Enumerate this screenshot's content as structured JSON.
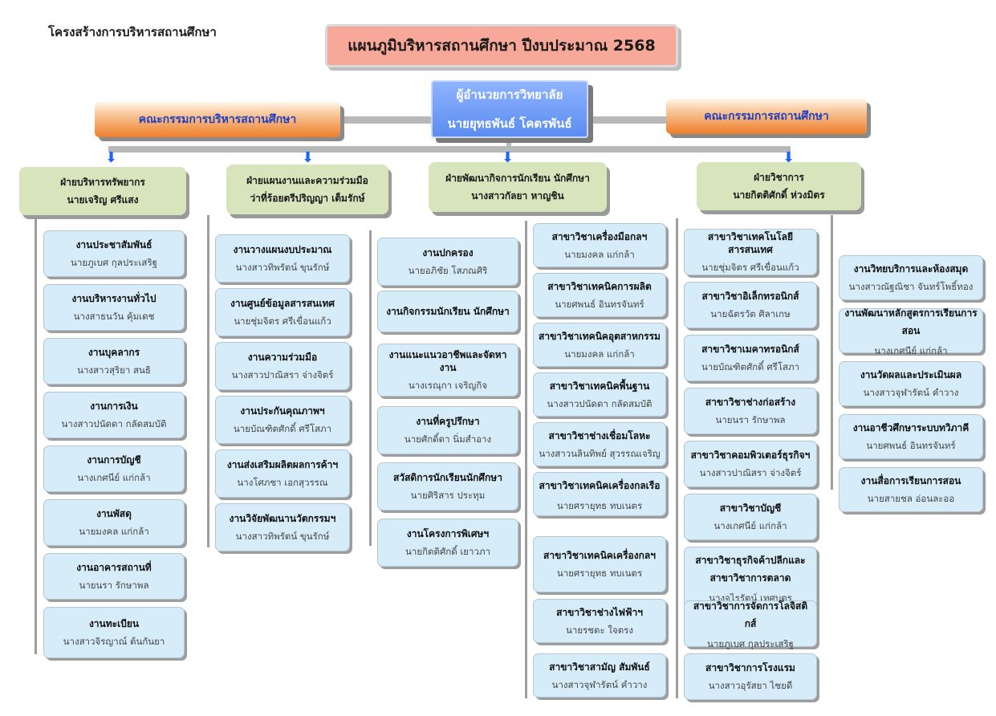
{
  "page_label": "โครงสร้างการบริหารสถานศึกษา",
  "title": "แผนภูมิบริหารสถานศึกษา  ปีงบประมาณ 2568",
  "director": {
    "role": "ผู้อำนวยการวิทยาลัย",
    "name": "นายยุทธพันธ์  โคตรพันธ์"
  },
  "committees": {
    "left": "คณะกรรมการบริหารสถานศึกษา",
    "right": "คณะกรรมการสถานศึกษา"
  },
  "divisions": [
    {
      "title": "ฝ่ายบริหารทรัพยากร",
      "head": "นายเจริญ  ศรีแสง"
    },
    {
      "title": "ฝ่ายแผนงานและความร่วมมือ",
      "head": "ว่าที่ร้อยตรีปริญญา  เต็มรักษ์"
    },
    {
      "title": "ฝ่ายพัฒนากิจการนักเรียน นักศึกษา",
      "head": "นางสาวกัลยา  หาญชิน"
    },
    {
      "title": "ฝ่ายวิชาการ",
      "head": "นายกิตติศักดิ์  ห่วงมิตร"
    }
  ],
  "col1": [
    {
      "t": "งานประชาสัมพันธ์",
      "n": "นายภูเบศ  กุลประเสริฐ"
    },
    {
      "t": "งานบริหารงานทั่วไป",
      "n": "นางสาธนวัน  คุ้มเดช"
    },
    {
      "t": "งานบุคลากร",
      "n": "นางสาวสุริยา  สนธิ"
    },
    {
      "t": "งานการเงิน",
      "n": "นางสาวปนัดดา  กลัดสมบัติ"
    },
    {
      "t": "งานการบัญชี",
      "n": "นางเกศนีย์  แก่กล้า"
    },
    {
      "t": "งานพัสดุ",
      "n": "นายมงคล  แก่กล้า"
    },
    {
      "t": "งานอาคารสถานที่",
      "n": "นายนรา  รักษาพล"
    },
    {
      "t": "งานทะเบียน",
      "n": "นางสาวจิรญาณ์  ต้นกันยา"
    }
  ],
  "col2": [
    {
      "t": "งานวางแผนงบประมาณ",
      "n": "นางสาวทิพรัตน์ ขุนรักษ์"
    },
    {
      "t": "งานศูนย์ข้อมูลสารสนเทศ",
      "n": "นายชุ่มจิตร ศรีเขื่อนแก้ว"
    },
    {
      "t": "งานความร่วมมือ",
      "n": "นางสาวปาณิสรา  จ่างจิตร์"
    },
    {
      "t": "งานประกันคุณภาพฯ",
      "n": "นายบัณฑิตศักดิ์  ศรีโสภา"
    },
    {
      "t": "งานส่งเสริมผลิตผลการค้าฯ",
      "n": "นางโศภชา  เอกสุวรรณ"
    },
    {
      "t": "งานวิจัยพัฒนานวัตกรรมฯ",
      "n": "นางสาวทิพรัตน์  ขุนรักษ์"
    }
  ],
  "col3": [
    {
      "t": "งานปกครอง",
      "n": "นายอภิชัย โสภณศิริ"
    },
    {
      "t": "งานกิจกรรมนักเรียน นักศึกษา",
      "n": ""
    },
    {
      "t": "งานแนะแนวอาชีพและจัดหางาน",
      "n": "นางเรณุกา  เจริญกิจ"
    },
    {
      "t": "งานที่ครูปรึกษา",
      "n": "นายศักดิ์ดา  นิ่มสำอาง"
    },
    {
      "t": "สวัสดิการนักเรียนนักศึกษา",
      "n": "นายศิริสาร  ประทุม"
    },
    {
      "t": "งานโครงการพิเศษฯ",
      "n": "นายกิตติศักดิ์  เยาวภา"
    }
  ],
  "col4": [
    {
      "t": "สาขาวิชาเครื่องมือกลฯ",
      "n": "นายมงคล  แก่กล้า"
    },
    {
      "t": "สาขาวิชาเทคนิคการผลิต",
      "n": "นายศพนธ์  อินทรจันทร์"
    },
    {
      "t": "สาขาวิชาเทคนิคอุตสาหกรรม",
      "n": "นายมงคล  แก่กล้า"
    },
    {
      "t": "สาขาวิชาเทคนิคพื้นฐาน",
      "n": "นางสาวปนัดดา  กลัดสมบัติ"
    },
    {
      "t": "สาขาวิชาช่างเชื่อมโลหะ",
      "n": "นางสาวนลินทิพย์ สุวรรณเจริญ"
    },
    {
      "t": "สาขาวิชาเทคนิคเครื่องกลเรือ",
      "n": "นายศรายุทธ  ทบเนตร"
    },
    {
      "t": "สาขาวิชาเทคนิคเครื่องกลฯ",
      "n": "นายศรายุทธ  ทบเนตร"
    },
    {
      "t": "สาขาวิชาช่างไฟฟ้าฯ",
      "n": "นายรชตะ  ใจตรง"
    },
    {
      "t": "สาขาวิชาสามัญ สัมพันธ์",
      "n": "นางสาวจุฬารัตน์  คำวาง"
    }
  ],
  "col5": [
    {
      "t": "สาขาวิชาเทคโนโลยีสารสนเทศ",
      "n": "นายชุ่มจิตร  ศรีเขื่อนแก้ว"
    },
    {
      "t": "สาขาวิชาอิเล็กทรอนิกส์",
      "n": "นายฉัตรวัต  ศิลาเกษ"
    },
    {
      "t": "สาขาวิชาเมคาทรอนิกส์",
      "n": "นายบัณฑิตศักดิ์ ศรีโสภา"
    },
    {
      "t": "สาขาวิชาช่างก่อสร้าง",
      "n": "นายนรา  รักษาพล"
    },
    {
      "t": "สาขาวิชาคอมพิวเตอร์ธุรกิจฯ",
      "n": "นางสาวปาณิสรา จ่างจิตร์"
    },
    {
      "t": "สาขาวิชาบัญชี",
      "n": "นางเกศนีย์  แก่กล้า"
    },
    {
      "t": "สาขาวิชาธุรกิจค้าปลีกและ สาขาวิชาการตลาด",
      "n": "นางจุไรรัตน์  เทศบุตร"
    },
    {
      "t": "สาขาวิชาการจัดการโลจิสติกส์",
      "n": "นายภูเบศ  กุลประเสริฐ"
    },
    {
      "t": "สาขาวิชาการโรงแรม",
      "n": "นางสาวอุรัสยา  ไชยดี"
    }
  ],
  "col6": [
    {
      "t": "งานวิทยบริการและห้องสมุด",
      "n": "นางสาวณัฐณิชา  จันทร์โพธิ์ทอง"
    },
    {
      "t": "งานพัฒนาหลักสูตรการเรียนการสอน",
      "n": "นางเกศนีย์  แก่กล้า"
    },
    {
      "t": "งานวัดผลและประเมินผล",
      "n": "นางสาวจุฬารัตน์  คำวาง"
    },
    {
      "t": "งานอาชีวศึกษาระบบทวิภาคี",
      "n": "นายศพนธ์  อินทรจันทร์"
    },
    {
      "t": "งานสื่อการเรียนการสอน",
      "n": "นายสายชล  อ่อนละออ"
    }
  ]
}
